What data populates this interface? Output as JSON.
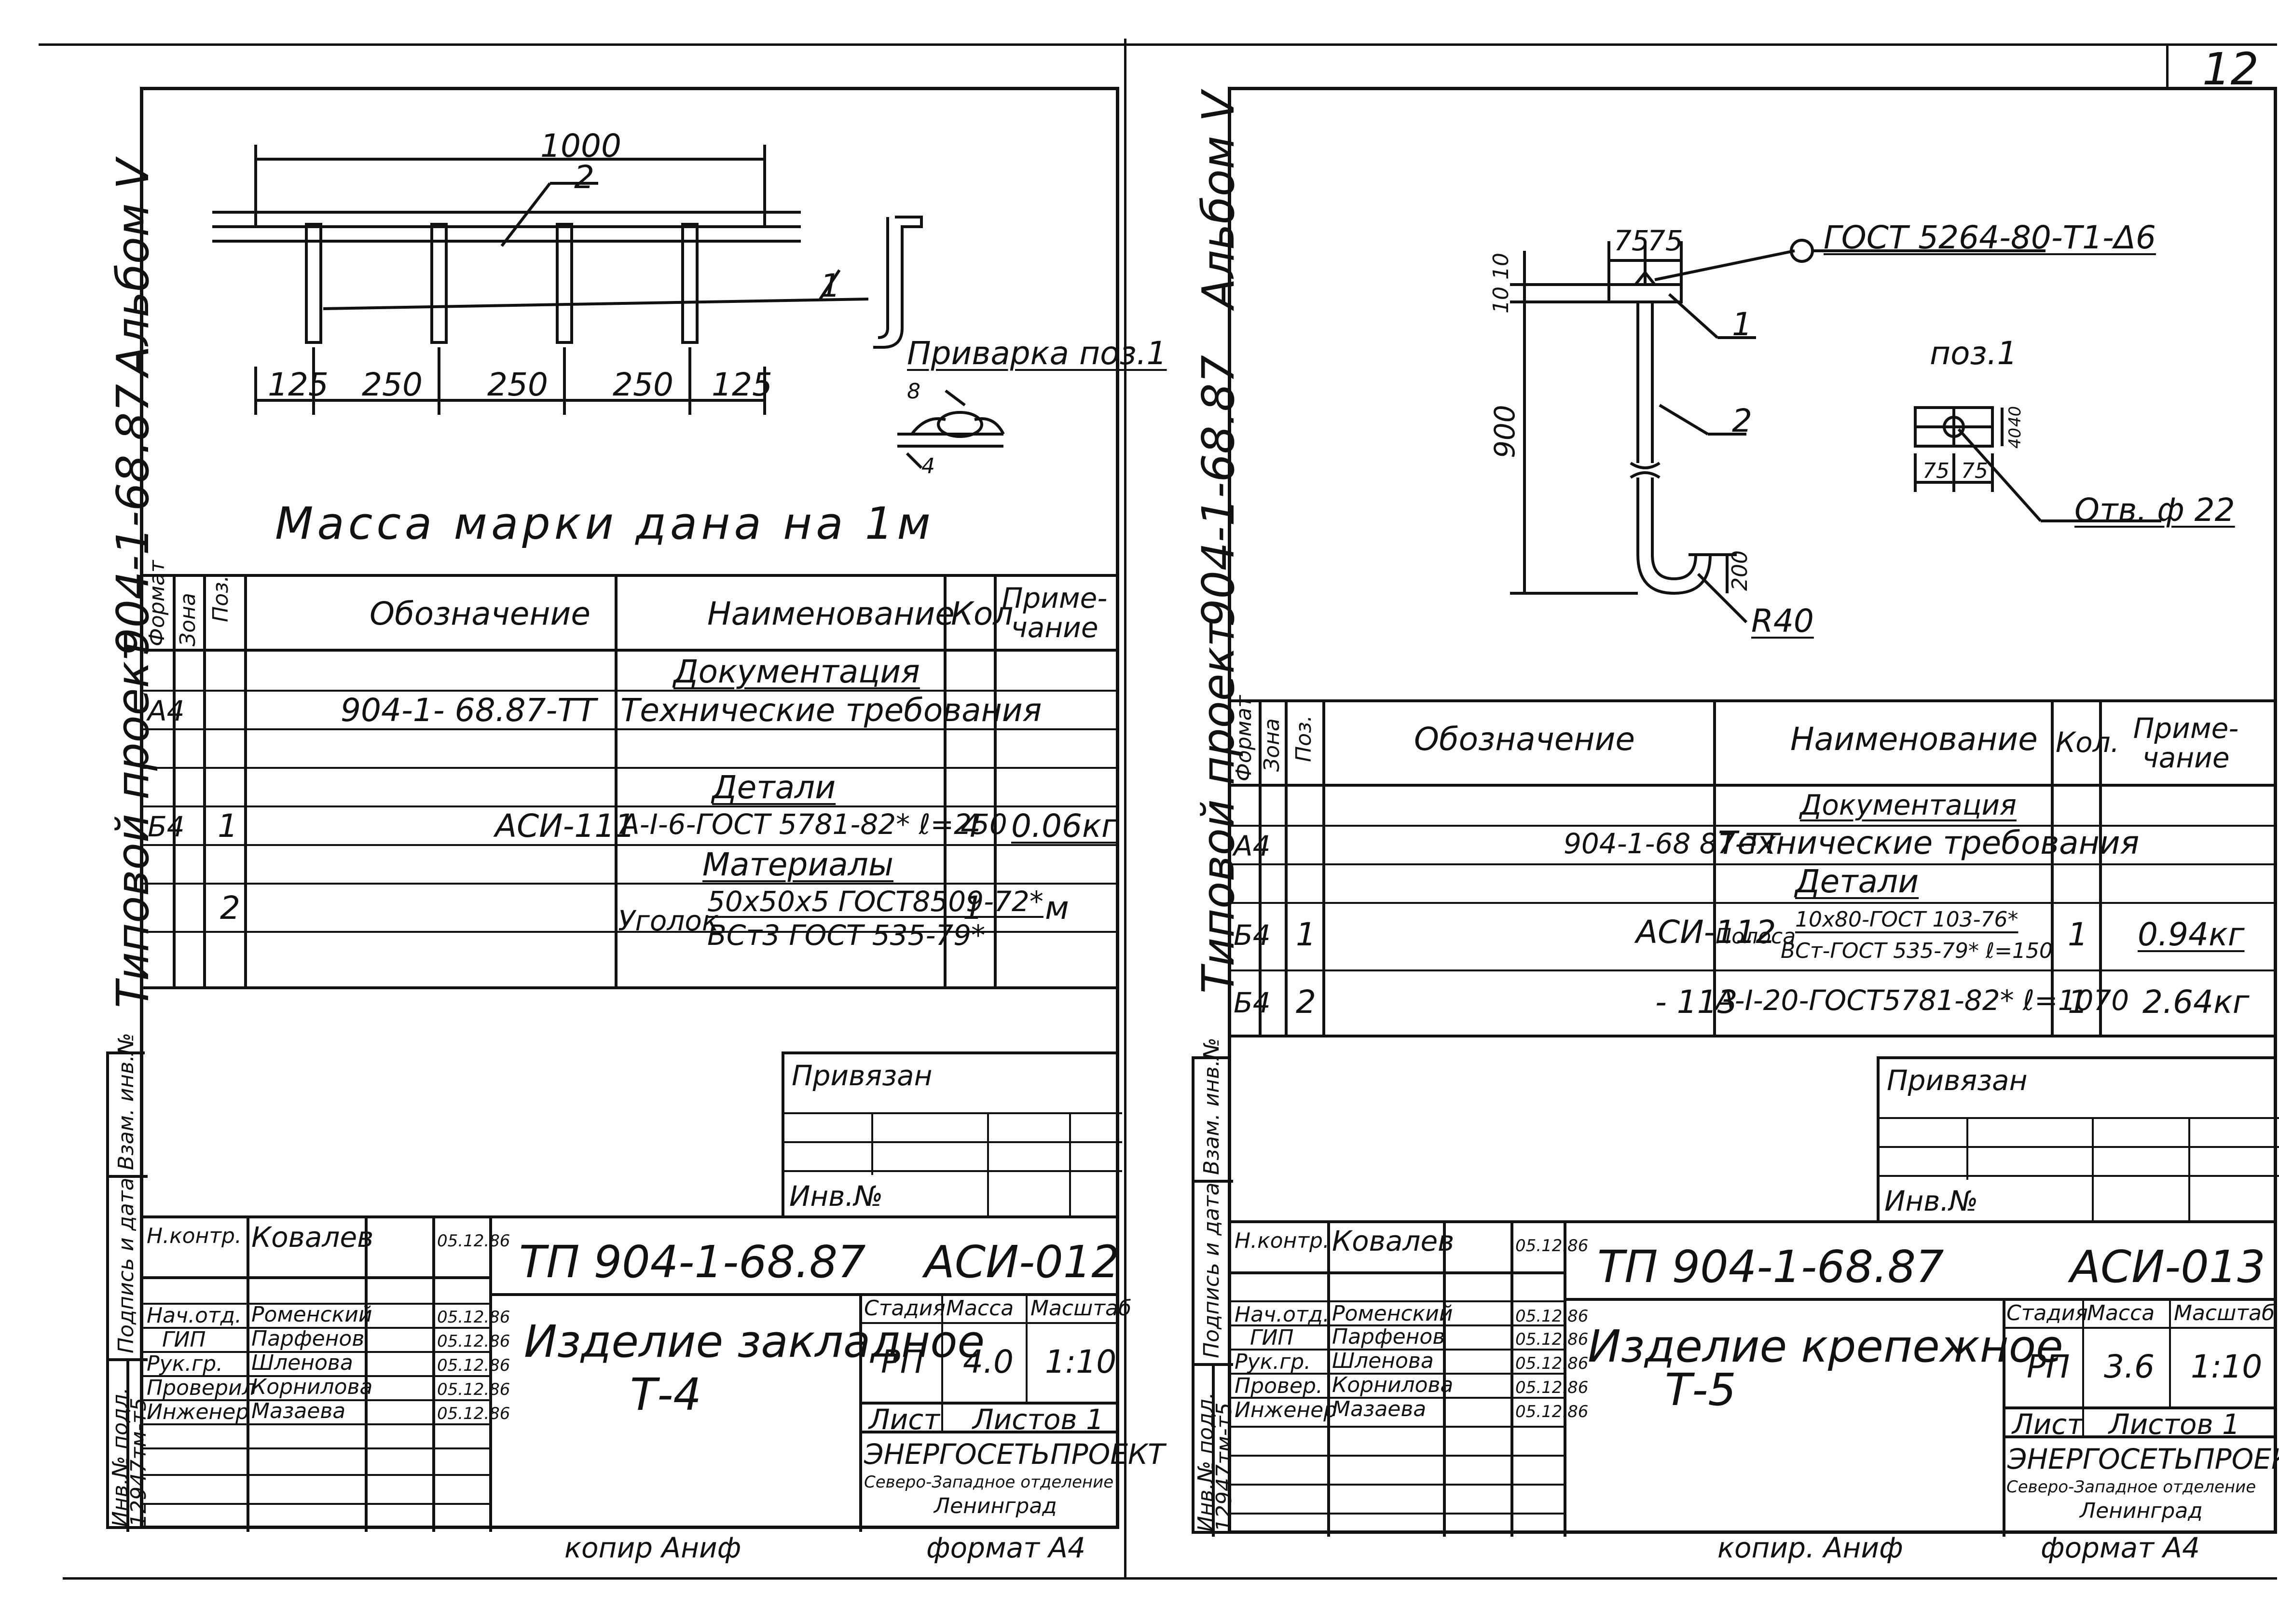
{
  "page_number": "12",
  "sheets": [
    {
      "album": "Альбом V",
      "project_code": "904-1-68.87",
      "project_type": "Типовой проект",
      "drawing": {
        "dim_total": "1000",
        "dims": [
          "125",
          "250",
          "250",
          "250",
          "125"
        ],
        "pos_labels": [
          "2",
          "1"
        ],
        "weld_note": "Приварка поз.1",
        "weld_dims": [
          "8",
          "4"
        ],
        "mass_note": "Масса марки дана на 1м"
      },
      "table": {
        "col_format": "Формат",
        "col_zone": "Зона",
        "col_pos": "Поз.",
        "col_designation": "Обозначение",
        "col_name": "Наименование",
        "col_qty": "Кол",
        "col_note": "Приме-чание",
        "rows": [
          {
            "format": "",
            "pos": "",
            "designation": "",
            "name": "Документация",
            "qty": "",
            "note": "",
            "section": true
          },
          {
            "format": "А4",
            "pos": "",
            "designation": "904-1- 68.87-ТТ",
            "name": "Технические требования",
            "qty": "",
            "note": ""
          },
          {
            "format": "",
            "pos": "",
            "designation": "",
            "name": "Детали",
            "qty": "",
            "note": "",
            "section": true
          },
          {
            "format": "Б4",
            "pos": "1",
            "designation": "АСИ-111",
            "name": "А-I-6-ГОСТ 5781-82* ℓ=250",
            "qty": "4",
            "note": "0.06кг"
          },
          {
            "format": "",
            "pos": "",
            "designation": "",
            "name": "Материалы",
            "qty": "",
            "note": "",
            "section": true
          },
          {
            "format": "",
            "pos": "2",
            "designation": "",
            "name": "Уголок",
            "name_top": "50x50x5 ГОСТ8509-72*",
            "name_bottom": "ВСт3 ГОСТ 535-79*",
            "qty": "1",
            "note": "м"
          }
        ]
      },
      "stamp": {
        "privyazan": "Привязан",
        "inv_no": "Инв.№",
        "side_labels": [
          "Взам. инв.№",
          "Подпись и дата",
          "Инв.№ подл."
        ],
        "inv_value": "12947тм-т5",
        "code": "ТП  904-1-68.87",
        "mark": "АСИ-012",
        "title_line1": "Изделие закладное",
        "title_line2": "Т-4",
        "people": [
          {
            "role": "Н.контр.",
            "name": "Ковалев",
            "date": "05.12.86"
          },
          {
            "role": "Нач.отд.",
            "name": "Роменский",
            "date": "05.12.86"
          },
          {
            "role": "ГИП",
            "name": "Парфенов",
            "date": "05.12.86"
          },
          {
            "role": "Рук.гр.",
            "name": "Шленова",
            "date": "05.12.86"
          },
          {
            "role": "Проверил",
            "name": "Корнилова",
            "date": "05.12.86"
          },
          {
            "role": "Инженер",
            "name": "Мазаева",
            "date": "05.12.86"
          }
        ],
        "stage_label": "Стадия",
        "mass_label": "Масса",
        "scale_label": "Масштаб",
        "stage": "РП",
        "mass": "4.0",
        "scale": "1:10",
        "sheet_label": "Лист",
        "sheets_label": "Листов 1",
        "org1": "ЭНЕРГОСЕТЬПРОЕКТ",
        "org2": "Северо-Западное отделение",
        "org3": "Ленинград"
      },
      "footer_copy": "копир Аниф",
      "footer_format": "формат А4"
    },
    {
      "album": "Альбом V",
      "project_code": "904-1-68.87",
      "project_type": "Типовой проект",
      "drawing": {
        "gost_weld": "ГОСТ 5264-80-Т1-Δ6",
        "top_dims": [
          "75",
          "75"
        ],
        "side_dims": [
          "10",
          "10"
        ],
        "length": "900",
        "hook_dim": "200",
        "radius": "R40",
        "pos_labels": [
          "1",
          "2"
        ],
        "pos1_title": "поз.1",
        "pos1_dims": [
          "40",
          "40",
          "75",
          "75"
        ],
        "hole": "Отв. ф 22"
      },
      "table": {
        "col_format": "Формат",
        "col_zone": "Зона",
        "col_pos": "Поз.",
        "col_designation": "Обозначение",
        "col_name": "Наименование",
        "col_qty": "Кол.",
        "col_note": "Приме-чание",
        "rows": [
          {
            "format": "",
            "pos": "",
            "designation": "",
            "name": "Документация",
            "qty": "",
            "note": "",
            "section": true
          },
          {
            "format": "А4",
            "pos": "",
            "designation": "904-1-68 87-ТТ",
            "name": "Технические требования",
            "qty": "",
            "note": ""
          },
          {
            "format": "",
            "pos": "",
            "designation": "",
            "name": "Детали",
            "qty": "",
            "note": "",
            "section": true
          },
          {
            "format": "Б4",
            "pos": "1",
            "designation": "АСИ-112",
            "name": "Полоса",
            "name_top": "10x80-ГОСТ 103-76*",
            "name_bottom": "ВСт-ГОСТ 535-79*  ℓ=150",
            "qty": "1",
            "note": "0.94кг"
          },
          {
            "format": "Б4",
            "pos": "2",
            "designation": "- 113",
            "name": "А-I-20-ГОСТ5781-82* ℓ=1070",
            "qty": "1",
            "note": "2.64кг"
          }
        ]
      },
      "stamp": {
        "privyazan": "Привязан",
        "inv_no": "Инв.№",
        "side_labels": [
          "Взам. инв.№",
          "Подпись и дата",
          "Инв.№ подл."
        ],
        "inv_value": "12947тм-т5",
        "code": "ТП  904-1-68.87",
        "mark": "АСИ-013",
        "title_line1": "Изделие крепежное",
        "title_line2": "Т-5",
        "people": [
          {
            "role": "Н.контр.",
            "name": "Ковалев",
            "date": "05.12.86"
          },
          {
            "role": "Нач.отд.",
            "name": "Роменский",
            "date": "05.12.86"
          },
          {
            "role": "ГИП",
            "name": "Парфенов",
            "date": "05.12.86"
          },
          {
            "role": "Рук.гр.",
            "name": "Шленова",
            "date": "05.12.86"
          },
          {
            "role": "Провер.",
            "name": "Корнилова",
            "date": "05.12.86"
          },
          {
            "role": "Инженер",
            "name": "Мазаева",
            "date": "05.12.86"
          }
        ],
        "stage_label": "Стадия",
        "mass_label": "Масса",
        "scale_label": "Масштаб",
        "stage": "РП",
        "mass": "3.6",
        "scale": "1:10",
        "sheet_label": "Лист",
        "sheets_label": "Листов 1",
        "org1": "ЭНЕРГОСЕТЬПРОЕКТ",
        "org2": "Северо-Западное отделение",
        "org3": "Ленинград"
      },
      "footer_copy": "копир. Аниф",
      "footer_format": "формат А4"
    }
  ]
}
